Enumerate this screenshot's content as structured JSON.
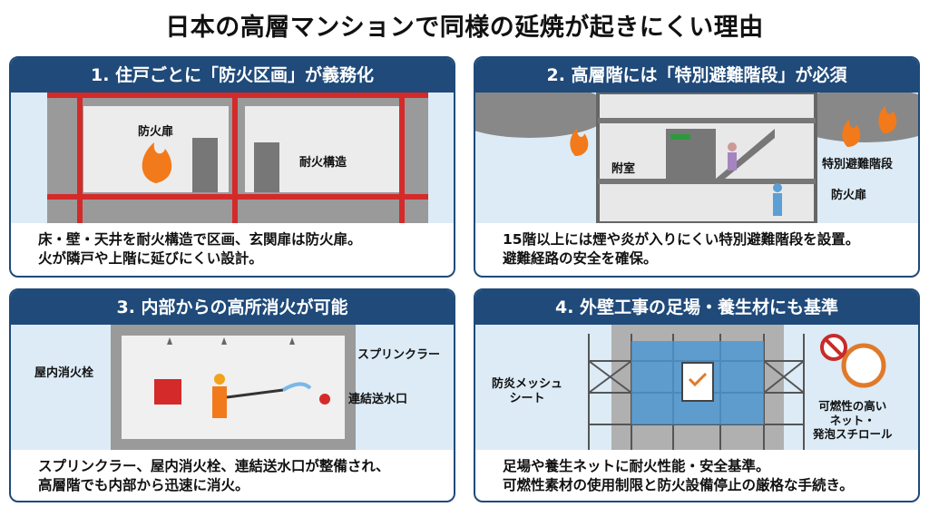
{
  "title": "日本の高層マンションで同様の延焼が起きにくい理由",
  "panels": [
    {
      "heading": "1. 住戸ごとに「防火区画」が義務化",
      "labels": [
        "防火扉",
        "耐火構造"
      ],
      "lines": [
        "床・壁・天井を耐火構造で区画、玄関扉は防火扉。",
        "火が隣戸や上階に延びにくい設計。"
      ]
    },
    {
      "heading": "2. 高層階には「特別避難階段」が必須",
      "labels": [
        "附室",
        "特別避難階段",
        "防火扉"
      ],
      "lines": [
        "15階以上には煙や炎が入りにくい特別避難階段を設置。",
        "避難経路の安全を確保。"
      ]
    },
    {
      "heading": "3. 内部からの高所消火が可能",
      "labels": [
        "屋内消火栓",
        "スプリンクラー",
        "連結送水口"
      ],
      "lines": [
        "スプリンクラー、屋内消火栓、連結送水口が整備され、",
        "高層階でも内部から迅速に消火。"
      ]
    },
    {
      "heading": "4. 外壁工事の足場・養生材にも基準",
      "labels": [
        "防炎メッシュ\nシート",
        "可燃性の高い\nネット・\n発泡スチロール"
      ],
      "lines": [
        "足場や養生ネットに耐火性能・安全基準。",
        "可燃性素材の使用制限と防火設備停止の厳格な手続き。"
      ]
    }
  ],
  "colors": {
    "header": "#1f4a7a",
    "fire_wall": "#d42a2a",
    "sky": "#dcebf6",
    "mesh": "#4a97d4"
  }
}
